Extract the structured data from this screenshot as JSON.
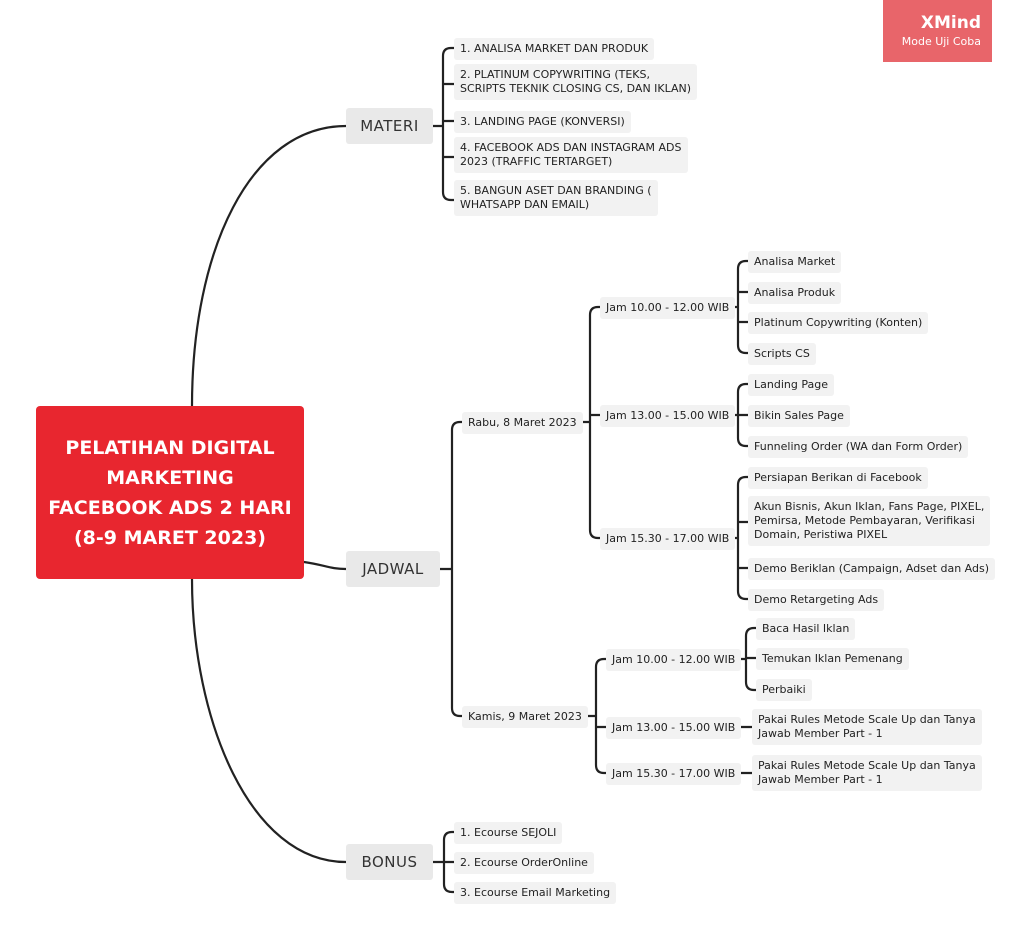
{
  "watermark": {
    "brand": "XMind",
    "mode": "Mode Uji Coba",
    "color": "#e8656a"
  },
  "root": {
    "label": "PELATIHAN DIGITAL MARKETING FACEBOOK ADS 2 HARI (8-9 MARET 2023)",
    "color": "#e8262f"
  },
  "materi": {
    "label": "MATERI",
    "items": [
      "1. ANALISA MARKET DAN PRODUK",
      "2. PLATINUM COPYWRITING (TEKS,\nSCRIPTS TEKNIK CLOSING CS, DAN IKLAN)",
      "3. LANDING PAGE (KONVERSI)",
      "4. FACEBOOK ADS DAN INSTAGRAM ADS\n2023 (TRAFFIC TERTARGET)",
      "5. BANGUN ASET DAN BRANDING (\nWHATSAPP DAN EMAIL)"
    ]
  },
  "jadwal": {
    "label": "JADWAL",
    "days": [
      {
        "label": "Rabu, 8 Maret 2023",
        "sessions": [
          {
            "time": "Jam 10.00 - 12.00 WIB",
            "topics": [
              "Analisa Market",
              "Analisa Produk",
              "Platinum Copywriting (Konten)",
              "Scripts CS"
            ]
          },
          {
            "time": "Jam 13.00 - 15.00 WIB",
            "topics": [
              "Landing Page",
              "Bikin Sales Page",
              "Funneling Order (WA dan Form Order)"
            ]
          },
          {
            "time": "Jam 15.30 - 17.00 WIB",
            "topics": [
              "Persiapan Berikan di Facebook",
              "Akun Bisnis, Akun Iklan, Fans Page, PIXEL,\nPemirsa, Metode Pembayaran, Verifikasi\nDomain, Peristiwa PIXEL",
              "Demo Beriklan (Campaign, Adset dan Ads)",
              "Demo Retargeting Ads"
            ]
          }
        ]
      },
      {
        "label": "Kamis, 9 Maret 2023",
        "sessions": [
          {
            "time": "Jam 10.00  - 12.00 WIB",
            "topics": [
              "Baca Hasil Iklan",
              "Temukan Iklan Pemenang",
              "Perbaiki"
            ]
          },
          {
            "time": "Jam 13.00 - 15.00 WIB",
            "topics": [
              "Pakai Rules Metode Scale Up dan Tanya\nJawab Member Part - 1"
            ]
          },
          {
            "time": "Jam 15.30 - 17.00 WIB",
            "topics": [
              "Pakai Rules Metode Scale Up dan Tanya\nJawab Member Part - 1"
            ]
          }
        ]
      }
    ]
  },
  "bonus": {
    "label": "BONUS",
    "items": [
      "1. Ecourse SEJOLI",
      "2. Ecourse OrderOnline",
      "3. Ecourse Email Marketing"
    ]
  }
}
